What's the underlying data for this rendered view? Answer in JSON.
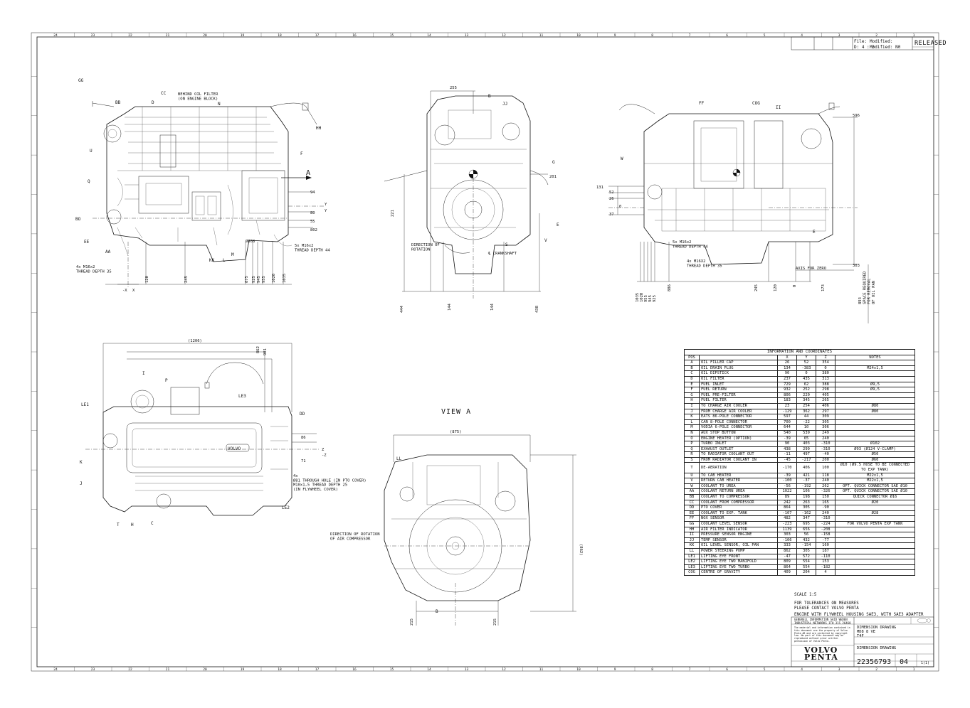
{
  "border": {
    "top_numbers": [
      "24",
      "23",
      "22",
      "21",
      "20",
      "19",
      "18",
      "17",
      "16",
      "15",
      "14",
      "13",
      "12",
      "11",
      "10",
      "9",
      "8",
      "7",
      "6",
      "5",
      "4",
      "3",
      "2",
      "1"
    ],
    "bottom_numbers": [
      "24",
      "23",
      "22",
      "21",
      "20",
      "19",
      "18",
      "17",
      "16",
      "15",
      "14",
      "13",
      "12",
      "11",
      "10",
      "9",
      "8",
      "7",
      "6",
      "5",
      "4",
      "3",
      "2",
      "1"
    ]
  },
  "title_block_top": {
    "status": "RELEASED",
    "file_label": "File:",
    "modified_label": "Modified:",
    "modified_label2": "Modified: N0",
    "sheet_ref": "D: 4 : 3"
  },
  "views": {
    "view_a_title": "VIEW A",
    "side_left": {
      "labels": [
        "GG",
        "BB",
        "CC",
        "D",
        "N",
        "HH",
        "U",
        "F",
        "Q",
        "A",
        "BO",
        "EE",
        "AA",
        "KK",
        "M",
        "L"
      ],
      "note_oil_filter": "BEHIND OIL FILTER\n(ON ENGINE BLOCK)",
      "note_thread_left": "4x M16x2\nTHREAD DEPTH 35",
      "note_thread_right": "5x M16x2\nTHREAD DEPTH 44",
      "dims_right": [
        "94",
        "Y",
        "80",
        "55",
        "802",
        "Y",
        "X"
      ],
      "dims_bottom": [
        "120",
        "245",
        "875",
        "925",
        "945",
        "955",
        "1020",
        "1035"
      ],
      "dia": "Ø808",
      "axis_marks": [
        "-X",
        "X"
      ]
    },
    "front": {
      "labels": [
        "B",
        "JJ",
        "G",
        "E",
        "S",
        "V"
      ],
      "dims": [
        "255",
        "201",
        "221",
        "444",
        "144",
        "144",
        "438"
      ],
      "note_rotation": "DIRECTION OF\nROTATION",
      "note_crank": "℄ CRANKSHAFT"
    },
    "side_right": {
      "labels": [
        "FF",
        "COG",
        "II",
        "W",
        "E"
      ],
      "dims_left": [
        "131",
        "52",
        "26",
        "0",
        "37"
      ],
      "dims_right": [
        "596",
        "303"
      ],
      "dims_bottom": [
        "1035",
        "1020",
        "955",
        "945",
        "925",
        "886",
        "245",
        "120",
        "0",
        "173"
      ],
      "note_thread_a": "5x M16x2\nTHREAD DEPTH 44",
      "note_thread_b": "4x M16X2\nTHREAD DEPTH 35",
      "note_axis": "AXIS FOR ZERO",
      "note_space": "893\nSPACE REQUIRED\nFOR REMOVAL\nOF OIL PAN"
    },
    "top": {
      "labels": [
        "I",
        "P",
        "LE1",
        "LE3",
        "DD",
        "K",
        "T",
        "J",
        "H",
        "C",
        "LE2"
      ],
      "dims_top": [
        "(1206)",
        "862",
        "901"
      ],
      "dims_right": [
        "86",
        "71"
      ],
      "axis": [
        "Z",
        "-Z"
      ],
      "brand": "VOLVO",
      "note_holes": "4x\nØ81 THROUGH HOLE (IN PTO COVER)\nM10x1,5 THREAD DEPTH 25\n(IN FLYWHEEL COVER)"
    },
    "rear": {
      "labels": [
        "LL",
        "B"
      ],
      "dims": [
        "(875)",
        "(862)",
        "215",
        "215"
      ],
      "note_rotation": "DIRECTION OF ROTATION\nOF AIR COMPRESSOR"
    }
  },
  "info_table": {
    "caption": "INFORMATION AND COORDINATES",
    "headers": [
      "POS",
      "",
      "X",
      "Y",
      "Z",
      "NOTES"
    ],
    "rows": [
      [
        "A",
        "OIL FILLER CAP",
        "26",
        "52",
        "354",
        ""
      ],
      [
        "B",
        "OIL DRAIN PLUG",
        "134",
        "-383",
        "0",
        "M24x1,5"
      ],
      [
        "C",
        "OIL DIPSTICK",
        "90",
        "0",
        "380",
        ""
      ],
      [
        "D",
        "OIL FILTER",
        "237",
        "435",
        "313",
        ""
      ],
      [
        "E",
        "FUEL INLET",
        "729",
        "62",
        "388",
        "Ø9,5"
      ],
      [
        "F",
        "FUEL RETURN",
        "932",
        "252",
        "298",
        "Ø9,5"
      ],
      [
        "G",
        "FUEL PRE-FILTER",
        "806",
        "220",
        "405",
        ""
      ],
      [
        "H",
        "FUEL FILTER",
        "183",
        "345",
        "265",
        ""
      ],
      [
        "I",
        "TO CHARGE AIR COOLER",
        "23",
        "254",
        "406",
        "Ø80"
      ],
      [
        "J",
        "FROM CHARGE AIR COOLER",
        "-129",
        "362",
        "297",
        "Ø80"
      ],
      [
        "K",
        "EATS 86-POLE CONNECTOR",
        "597",
        "44",
        "309",
        ""
      ],
      [
        "L",
        "CAN 8-POLE CONNECTOR",
        "700",
        "-22",
        "305",
        ""
      ],
      [
        "M",
        "VODIA 6-POLE CONNECTOR",
        "644",
        "10",
        "306",
        ""
      ],
      [
        "N",
        "AUX STOP BUTTON",
        "540",
        "539",
        "249",
        ""
      ],
      [
        "O",
        "ENGINE HEATER (OPTION)",
        "-39",
        "65",
        "240",
        ""
      ],
      [
        "P",
        "TURBO INLET",
        "90",
        "403",
        "-310",
        "Ø102"
      ],
      [
        "Q",
        "EXHAUST OUTLET",
        "438",
        "299",
        "-310",
        "Ø93 (Ø124 V-CLAMP)"
      ],
      [
        "R",
        "TO RADIATOR COOLANT OUT",
        "-11",
        "497",
        "-40",
        "Ø50"
      ],
      [
        "S",
        "FROM RADIATOR COOLANT IN",
        "-45",
        "-217",
        "200",
        "Ø60"
      ],
      [
        "T",
        "DE-AERATION",
        "-170",
        "406",
        "100",
        "Ø10 (Ø9.5 HOSE TO BE CONNECTED TO EXP TANK)"
      ],
      [
        "U",
        "TO CAB HEATER",
        "-39",
        "421",
        "118",
        "M22x1,5"
      ],
      [
        "V",
        "RETURN CAB HEATER",
        "-100",
        "-37",
        "240",
        "M22x1,5"
      ],
      [
        "W",
        "COOLANT TO UREA",
        "-56",
        "-192",
        "262",
        "OPT. QUICK CONNECTOR SAE Ø10"
      ],
      [
        "AA",
        "COOLANT RETURN UREA",
        "1022",
        "106",
        "-326",
        "OPT. QUICK CONNECTOR SAE Ø10"
      ],
      [
        "BB",
        "COOLANT TO COMPRESSOR",
        "89",
        "198",
        "150",
        "QUICK CONNECTOR Ø16"
      ],
      [
        "CC",
        "COOLANT FROM COMPRESSOR",
        "242",
        "263",
        "165",
        "Ø20"
      ],
      [
        "DD",
        "PTO COVER",
        "864",
        "305",
        "-90",
        ""
      ],
      [
        "EE",
        "COOLANT TO EXP. TANK",
        "-107",
        "-162",
        "240",
        "Ø28"
      ],
      [
        "FF",
        "NOX SENSOR",
        "482",
        "347",
        "-310",
        ""
      ],
      [
        "GG",
        "COOLANT LEVEL SENSOR",
        "-223",
        "695",
        "-224",
        "FOR VOLVO PENTA EXP TANK"
      ],
      [
        "HH",
        "AIR FILTER INDICATOR",
        "1139",
        "656",
        "-208",
        ""
      ],
      [
        "II",
        "PRESSURE SENSOR ENGINE",
        "303",
        "56",
        "-158",
        ""
      ],
      [
        "JJ",
        "TEMP SENSOR",
        "-106",
        "432",
        "-77",
        ""
      ],
      [
        "KK",
        "OIL LEVEL SENSOR, OIL PAN",
        "333",
        "-154",
        "160",
        ""
      ],
      [
        "LL",
        "POWER STEERING PUMP",
        "862",
        "305",
        "187",
        ""
      ],
      [
        "LE1",
        "LIFTING EYE FRONT",
        "-47",
        "572",
        "-110",
        ""
      ],
      [
        "LE2",
        "LIFTING EYE TWO MANIFOLD",
        "809",
        "554",
        "153",
        ""
      ],
      [
        "LE3",
        "LIFTING EYE TWO TURBO",
        "864",
        "554",
        "-182",
        ""
      ],
      [
        "COG",
        "CENTRE OF GRAVITY",
        "409",
        "204",
        "4",
        ""
      ]
    ]
  },
  "notes": {
    "scale": "SCALE 1:5",
    "tolerance": "FOR TOLERANCES ON MEASURES\nPLEASE CONTACT VOLVO PENTA",
    "flywheel": "ENGINE WITH FLYWHEEL HOUSING SAE3, WITH SAE3 ADAPTER"
  },
  "title_block": {
    "header": "GENERELL INFORMATION SAID WEDEN\nINDUSTRIAL NETWORKS 1TH 31S 26460",
    "title1": "DIMENSION DRAWING",
    "title2": "MD8 8 VE",
    "title3": "T4F",
    "subtitle": "DIMENSION DRAWING",
    "disclaimer": "The material and information contained in this document are the property of Volvo Penta AB and are protected by copyright law. No part of this document may be reproduced without prior written permission of Volvo Penta.",
    "brand1": "VOLVO",
    "brand2": "PENTA",
    "drawing_no": "22356793",
    "revision": "04",
    "sheet": "1(1)"
  }
}
